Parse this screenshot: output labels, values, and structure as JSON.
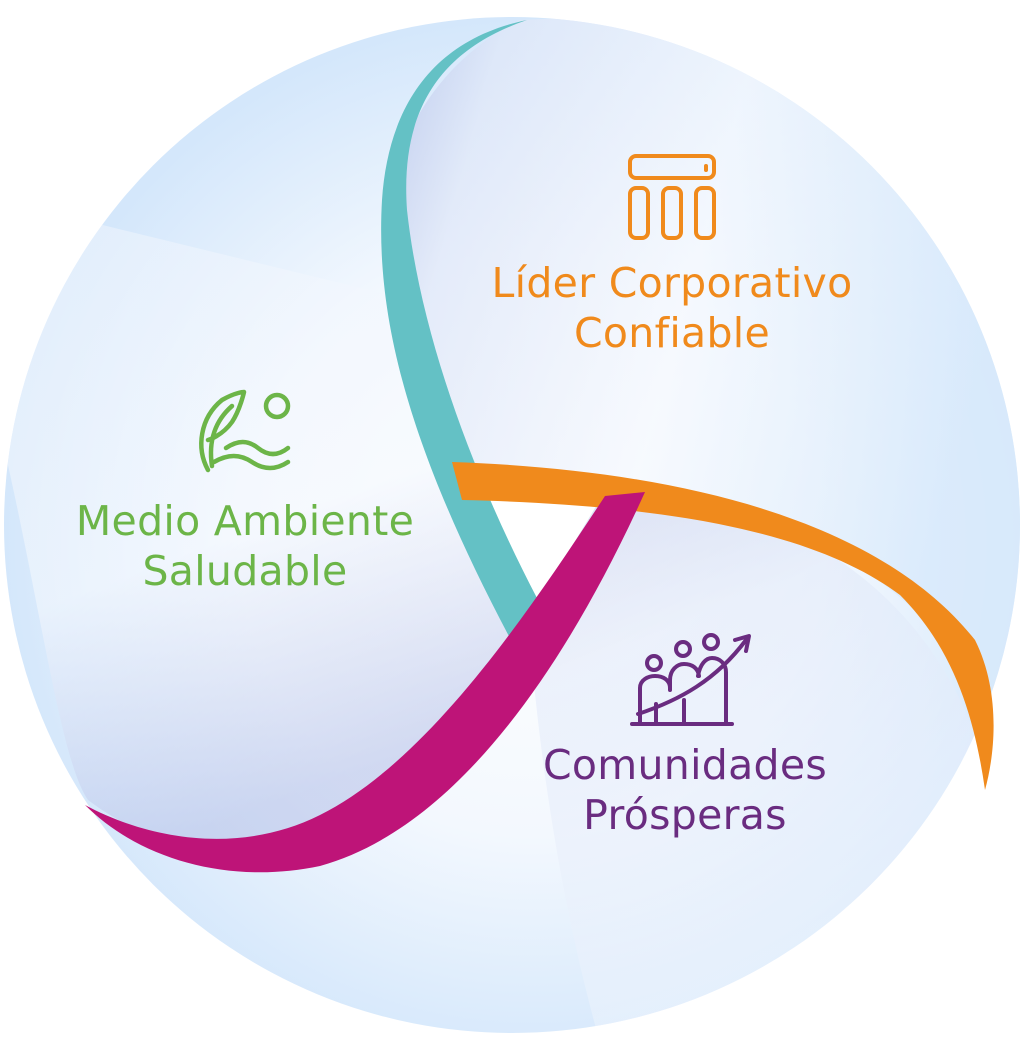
{
  "pillars": [
    {
      "key": "lider",
      "title_line1": "Líder Corporativo",
      "title_line2": "Confiable",
      "icon": "building-columns-icon",
      "color": "#F08A1C"
    },
    {
      "key": "medio",
      "title_line1": "Medio Ambiente",
      "title_line2": "Saludable",
      "icon": "leaf-water-sun-icon",
      "color": "#6CB548"
    },
    {
      "key": "comunidades",
      "title_line1": "Comunidades",
      "title_line2": "Prósperas",
      "icon": "people-growth-icon",
      "color": "#6A2C80"
    }
  ],
  "ribbons": {
    "teal": "#64C1C5",
    "orange": "#F08A1C",
    "magenta": "#BE1478"
  },
  "background": {
    "circle_light": "#FFFFFF",
    "circle_tint": "#D6E8FB",
    "shadow_tint": "#AAB6E2"
  }
}
